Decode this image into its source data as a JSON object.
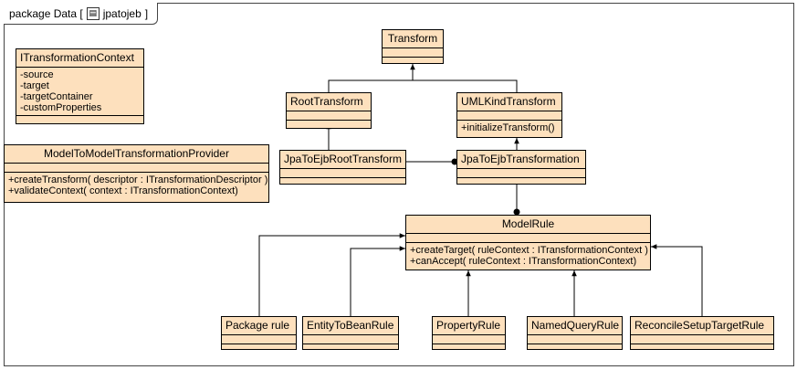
{
  "frame": {
    "label_prefix": "package Data [",
    "diagram_name": "jpatojeb",
    "label_suffix": "]",
    "icon": "diagram-icon"
  },
  "classes": {
    "transform": {
      "name": "Transform"
    },
    "root_transform": {
      "name": "RootTransform"
    },
    "uml_kind_transform": {
      "name": "UMLKindTransform",
      "operations": [
        "+initializeTransform()"
      ]
    },
    "jpa_to_ejb_root_transform": {
      "name": "JpaToEjbRootTransform"
    },
    "jpa_to_ejb_transformation": {
      "name": "JpaToEjbTransformation"
    },
    "i_transformation_context": {
      "name": "ITransformationContext",
      "attributes": [
        "-source",
        "-target",
        "-targetContainer",
        "-customProperties"
      ]
    },
    "model_to_model_transformation_provider": {
      "name": "ModelToModelTransformationProvider",
      "operations": [
        "+createTransform( descriptor : ITransformationDescriptor )",
        "+validateContext( context : ITransformationContext)"
      ]
    },
    "model_rule": {
      "name": "ModelRule",
      "operations": [
        "+createTarget( ruleContext : ITransformationContext )",
        "+canAccept( ruleContext : ITransformationContext)"
      ]
    },
    "package_rule": {
      "name": "Package rule"
    },
    "entity_to_bean_rule": {
      "name": "EntityToBeanRule"
    },
    "property_rule": {
      "name": "PropertyRule"
    },
    "named_query_rule": {
      "name": "NamedQueryRule"
    },
    "reconcile_setup_target_rule": {
      "name": "ReconcileSetupTargetRule"
    }
  },
  "colors": {
    "class_fill": "#fde0bd",
    "class_border": "#000000",
    "edge": "#000000"
  }
}
